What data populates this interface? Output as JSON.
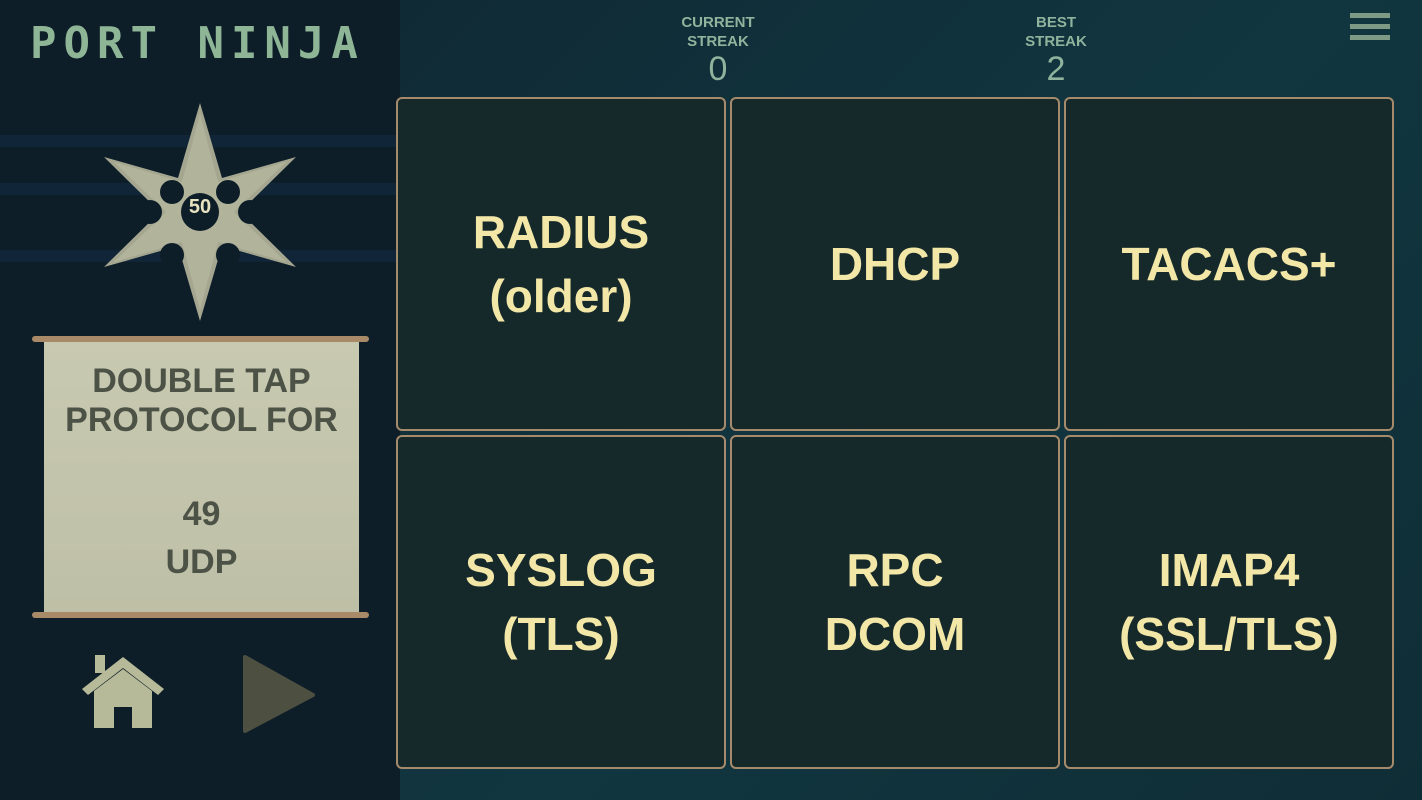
{
  "app": {
    "title": "PORT NINJA"
  },
  "shuriken": {
    "value": "50"
  },
  "prompt": {
    "line1": "DOUBLE TAP",
    "line2": "PROTOCOL FOR",
    "port": "49",
    "transport": "UDP"
  },
  "stats": {
    "current_label1": "CURRENT",
    "current_label2": "STREAK",
    "current_value": "0",
    "best_label1": "BEST",
    "best_label2": "STREAK",
    "best_value": "2"
  },
  "options": [
    {
      "line1": "RADIUS",
      "line2": "(older)"
    },
    {
      "line1": "DHCP",
      "line2": ""
    },
    {
      "line1": "TACACS+",
      "line2": ""
    },
    {
      "line1": "SYSLOG",
      "line2": "(TLS)"
    },
    {
      "line1": "RPC",
      "line2": "DCOM"
    },
    {
      "line1": "IMAP4",
      "line2": "(SSL/TLS)"
    }
  ],
  "colors": {
    "accent": "#f3e7a8",
    "border": "#a58b6b",
    "title": "#8db596"
  }
}
